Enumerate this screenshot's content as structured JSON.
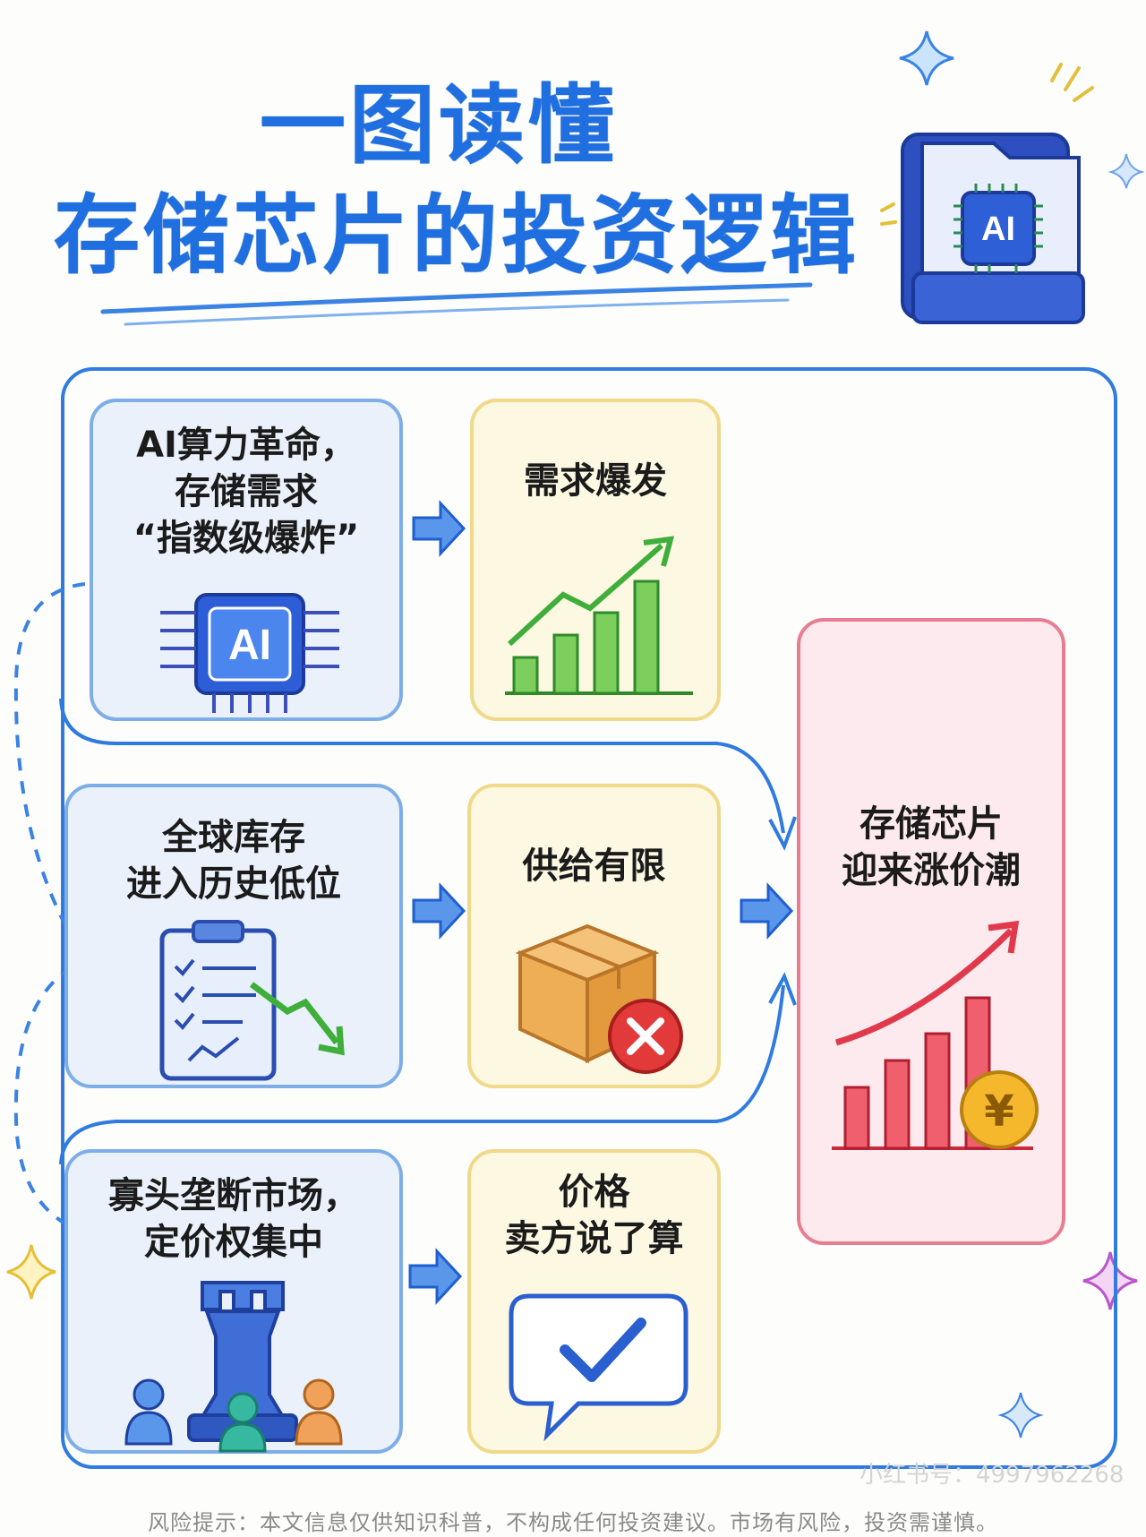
{
  "title": {
    "line1": "一图读懂",
    "line2": "存储芯片的投资逻辑"
  },
  "header_icon": {
    "name": "ai-chip-folder-icon",
    "chip_label": "AI"
  },
  "row1": {
    "cause": [
      "AI算力革命，",
      "存储需求",
      "“指数级爆炸”"
    ],
    "cause_icon": "ai-chip-icon",
    "cause_chip_label": "AI",
    "effect": [
      "需求爆发"
    ],
    "effect_icon": "growth-bar-chart-icon"
  },
  "row2": {
    "cause": [
      "全球库存",
      "进入历史低位"
    ],
    "cause_icon": "clipboard-decline-icon",
    "effect": [
      "供给有限"
    ],
    "effect_icon": "box-with-cross-icon"
  },
  "row3": {
    "cause": [
      "寡头垄断市场，",
      "定价权集中"
    ],
    "cause_icon": "chess-rook-people-icon",
    "effect": [
      "价格",
      "卖方说了算"
    ],
    "effect_icon": "speech-bubble-check-icon"
  },
  "result": {
    "text": [
      "存储芯片",
      "迎来涨价潮"
    ],
    "icon": "rising-chart-yuan-coin-icon",
    "coin_symbol": "¥"
  },
  "colors": {
    "title_blue": "#1f6fe0",
    "frame_blue": "#2f7be0",
    "card_blue_bg": "#eaf1fb",
    "card_yellow_bg": "#fdf8e2",
    "card_pink_bg": "#fceaee",
    "growth_green": "#3fae3a",
    "rise_red": "#e0394c"
  },
  "footer": "风险提示：本文信息仅供知识科普，不构成任何投资建议。市场有风险，投资需谨慎。",
  "watermark": "小红书号：4997962268"
}
